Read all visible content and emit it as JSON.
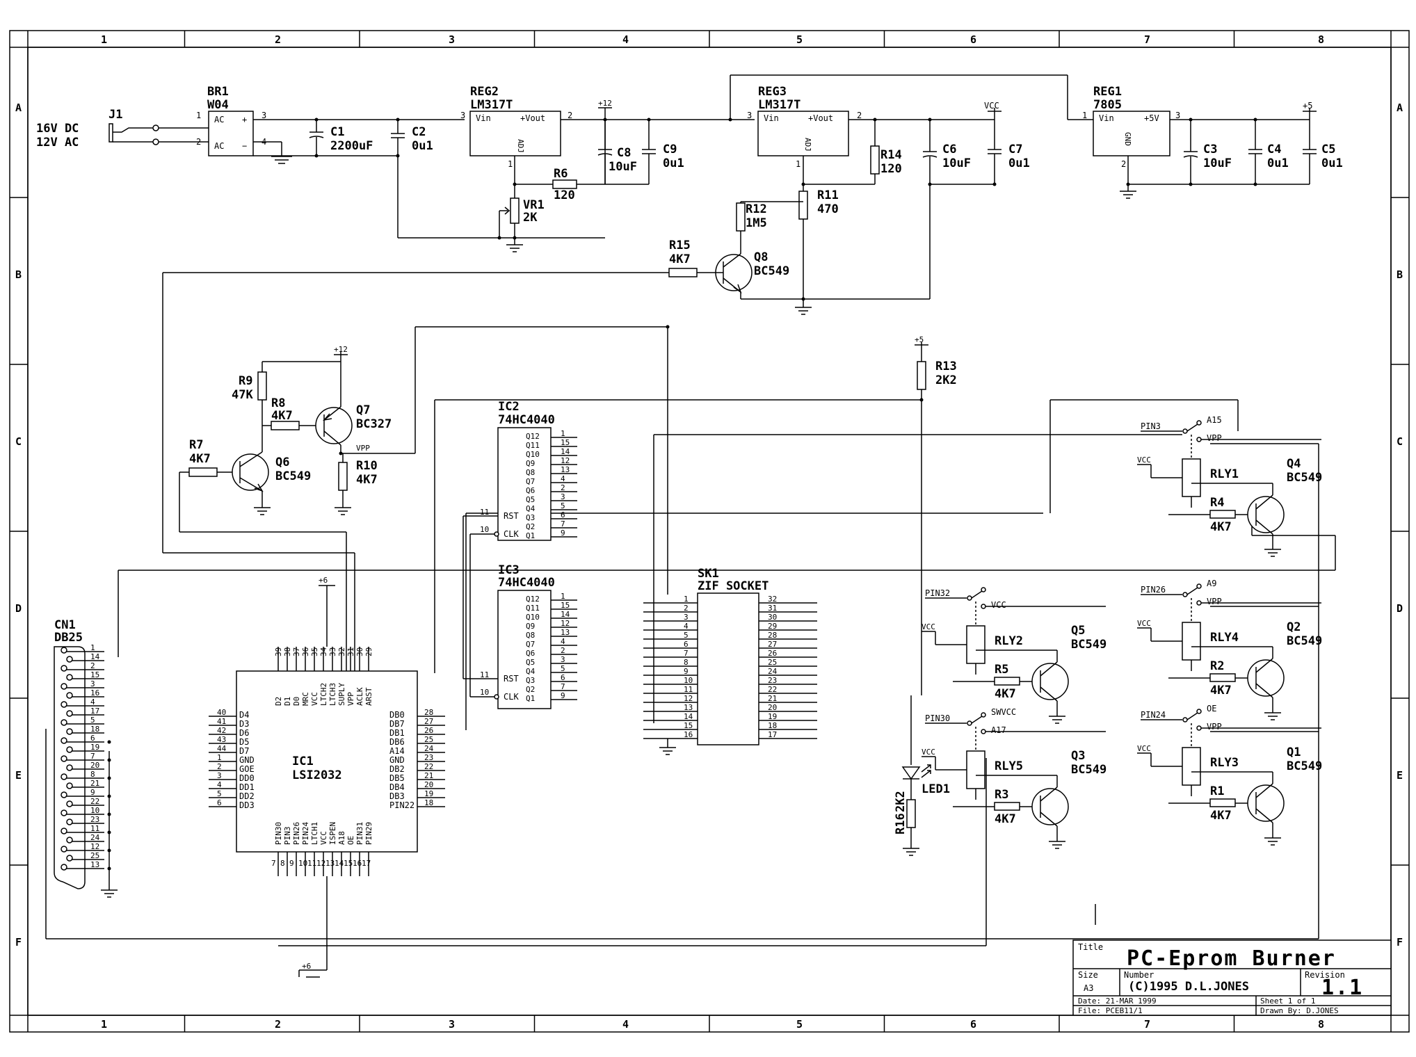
{
  "zones": {
    "columns": [
      "1",
      "2",
      "3",
      "4",
      "5",
      "6",
      "7",
      "8"
    ],
    "rows": [
      "A",
      "B",
      "C",
      "D",
      "E",
      "F"
    ]
  },
  "power": {
    "input_label_1": "16V DC",
    "input_label_2": "12V AC",
    "j1": "J1",
    "br1": "BR1",
    "br1_value": "W04",
    "br1_ac1": "AC",
    "br1_ac2": "AC",
    "br1_plus": "+",
    "br1_minus": "−",
    "br1_p1": "1",
    "br1_p2": "2",
    "br1_p3": "3",
    "br1_p4": "4",
    "c1": "C1",
    "c1_value": "2200uF",
    "c2": "C2",
    "c2_value": "0u1",
    "reg2": "REG2",
    "reg2_value": "LM317T",
    "reg3": "REG3",
    "reg3_value": "LM317T",
    "reg1": "REG1",
    "reg1_value": "7805",
    "vin": "Vin",
    "vout": "+Vout",
    "adj": "ADJ",
    "plus5v": "+5V",
    "gnd": "GND",
    "rail_12": "+12",
    "rail_vcc": "VCC",
    "rail_5": "+5",
    "c8": "C8",
    "c8_value": "10uF",
    "c9": "C9",
    "c9_value": "0u1",
    "c6": "C6",
    "c6_value": "10uF",
    "c7": "C7",
    "c7_value": "0u1",
    "c3": "C3",
    "c3_value": "10uF",
    "c4": "C4",
    "c4_value": "0u1",
    "c5": "C5",
    "c5_value": "0u1",
    "r6": "R6",
    "r6_value": "120",
    "vr1": "VR1",
    "vr1_value": "2K",
    "r14": "R14",
    "r14_value": "120",
    "r11": "R11",
    "r11_value": "470",
    "r12": "R12",
    "r12_value": "1M5",
    "r15": "R15",
    "r15_value": "4K7",
    "q8": "Q8",
    "q8_value": "BC549",
    "n1": "1",
    "n2": "2",
    "n3": "3"
  },
  "vpp": {
    "r9": "R9",
    "r9_value": "47K",
    "r8": "R8",
    "r8_value": "4K7",
    "q7": "Q7",
    "q7_value": "BC327",
    "rail_12": "+12",
    "vpp": "VPP",
    "r10": "R10",
    "r10_value": "4K7",
    "r7": "R7",
    "r7_value": "4K7",
    "q6": "Q6",
    "q6_value": "BC549",
    "r13": "R13",
    "r13_value": "2K2",
    "rail_5": "+5"
  },
  "ic2": {
    "name": "IC2",
    "value": "74HC4040",
    "pins": [
      "Q12",
      "Q11",
      "Q10",
      "Q9",
      "Q8",
      "Q7",
      "Q6",
      "Q5",
      "Q4",
      "Q3",
      "Q2",
      "Q1"
    ],
    "nums": [
      "1",
      "15",
      "14",
      "12",
      "13",
      "4",
      "2",
      "3",
      "5",
      "6",
      "7",
      "9"
    ],
    "rst": "RST",
    "clk": "CLK",
    "rst_num": "11",
    "clk_num": "10"
  },
  "ic3": {
    "name": "IC3",
    "value": "74HC4040",
    "pins": [
      "Q12",
      "Q11",
      "Q10",
      "Q9",
      "Q8",
      "Q7",
      "Q6",
      "Q5",
      "Q4",
      "Q3",
      "Q2",
      "Q1"
    ],
    "nums": [
      "1",
      "15",
      "14",
      "12",
      "13",
      "4",
      "2",
      "3",
      "5",
      "6",
      "7",
      "9"
    ],
    "rst": "RST",
    "clk": "CLK",
    "rst_num": "11",
    "clk_num": "10"
  },
  "sk1": {
    "name": "SK1",
    "value": "ZIF SOCKET",
    "left": [
      "1",
      "2",
      "3",
      "4",
      "5",
      "6",
      "7",
      "8",
      "9",
      "10",
      "11",
      "12",
      "13",
      "14",
      "15",
      "16"
    ],
    "right": [
      "32",
      "31",
      "30",
      "29",
      "28",
      "27",
      "26",
      "25",
      "24",
      "23",
      "22",
      "21",
      "20",
      "19",
      "18",
      "17"
    ]
  },
  "cn1": {
    "name": "CN1",
    "value": "DB25",
    "pins": [
      "1",
      "14",
      "2",
      "15",
      "3",
      "16",
      "4",
      "17",
      "5",
      "18",
      "6",
      "19",
      "7",
      "20",
      "8",
      "21",
      "9",
      "22",
      "10",
      "23",
      "11",
      "24",
      "12",
      "25",
      "13"
    ]
  },
  "ic1": {
    "name": "IC1",
    "value": "LSI2032",
    "left": [
      {
        "n": "40",
        "l": "D4"
      },
      {
        "n": "41",
        "l": "D3"
      },
      {
        "n": "42",
        "l": "D6"
      },
      {
        "n": "43",
        "l": "D5"
      },
      {
        "n": "44",
        "l": "D7"
      },
      {
        "n": "1",
        "l": "GND"
      },
      {
        "n": "2",
        "l": "GOE"
      },
      {
        "n": "3",
        "l": "DD0"
      },
      {
        "n": "4",
        "l": "DD1"
      },
      {
        "n": "5",
        "l": "DD2"
      },
      {
        "n": "6",
        "l": "DD3"
      }
    ],
    "right": [
      {
        "n": "28",
        "l": "DB0"
      },
      {
        "n": "27",
        "l": "DB7"
      },
      {
        "n": "26",
        "l": "DB1"
      },
      {
        "n": "25",
        "l": "DB6"
      },
      {
        "n": "24",
        "l": "A14"
      },
      {
        "n": "23",
        "l": "GND"
      },
      {
        "n": "22",
        "l": "DB2"
      },
      {
        "n": "21",
        "l": "DB5"
      },
      {
        "n": "20",
        "l": "DB4"
      },
      {
        "n": "19",
        "l": "DB3"
      },
      {
        "n": "18",
        "l": "PIN22"
      }
    ],
    "top": [
      {
        "n": "39",
        "l": "D2"
      },
      {
        "n": "38",
        "l": "D1"
      },
      {
        "n": "37",
        "l": "D0"
      },
      {
        "n": "36",
        "l": "MRC"
      },
      {
        "n": "35",
        "l": "VCC"
      },
      {
        "n": "34",
        "l": "LTCH2"
      },
      {
        "n": "33",
        "l": "LTCH3"
      },
      {
        "n": "32",
        "l": "SUPLY"
      },
      {
        "n": "31",
        "l": "VPP"
      },
      {
        "n": "30",
        "l": "ACLK"
      },
      {
        "n": "29",
        "l": "ARST"
      }
    ],
    "bottom": [
      {
        "n": "7",
        "l": "PIN30"
      },
      {
        "n": "8",
        "l": "PIN3"
      },
      {
        "n": "9",
        "l": "PIN26"
      },
      {
        "n": "10",
        "l": "PIN24"
      },
      {
        "n": "11",
        "l": "LTCH1"
      },
      {
        "n": "12",
        "l": "VCC"
      },
      {
        "n": "13",
        "l": "ISPEN"
      },
      {
        "n": "14",
        "l": "A18"
      },
      {
        "n": "15",
        "l": "OE"
      },
      {
        "n": "16",
        "l": "PIN31"
      },
      {
        "n": "17",
        "l": "PIN29"
      }
    ],
    "rail_top": "+6",
    "rail_bottom": "+6"
  },
  "relays": {
    "rly1": {
      "name": "RLY1",
      "vcc": "VCC",
      "pin": "PIN3",
      "c1": "A15",
      "c2": "VPP",
      "r": "R4",
      "rv": "4K7",
      "q": "Q4",
      "qv": "BC549"
    },
    "rly4": {
      "name": "RLY4",
      "vcc": "VCC",
      "pin": "PIN26",
      "c1": "A9",
      "c2": "VPP",
      "r": "R2",
      "rv": "4K7",
      "q": "Q2",
      "qv": "BC549"
    },
    "rly3": {
      "name": "RLY3",
      "vcc": "VCC",
      "pin": "PIN24",
      "c1": "OE",
      "c2": "VPP",
      "r": "R1",
      "rv": "4K7",
      "q": "Q1",
      "qv": "BC549"
    },
    "rly2": {
      "name": "RLY2",
      "vcc": "VCC",
      "pin": "PIN32",
      "c1": "",
      "c2": "VCC",
      "r": "R5",
      "rv": "4K7",
      "q": "Q5",
      "qv": "BC549"
    },
    "rly5": {
      "name": "RLY5",
      "vcc": "VCC",
      "pin": "PIN30",
      "c1": "SWVCC",
      "c2": "A17",
      "r": "R3",
      "rv": "4K7",
      "q": "Q3",
      "qv": "BC549"
    }
  },
  "led": {
    "name": "LED1",
    "r": "R16",
    "rv": "2K2"
  },
  "title_block": {
    "title_label": "Title",
    "title": "PC-Eprom Burner",
    "size_label": "Size",
    "size": "A3",
    "number_label": "Number",
    "number": "(C)1995 D.L.JONES",
    "revision_label": "Revision",
    "revision": "1.1",
    "date": "Date: 21-MAR 1999",
    "file": "File: PCEB11/1",
    "sheet": "Sheet  1  of  1",
    "drawn": "Drawn By: D.JONES"
  }
}
